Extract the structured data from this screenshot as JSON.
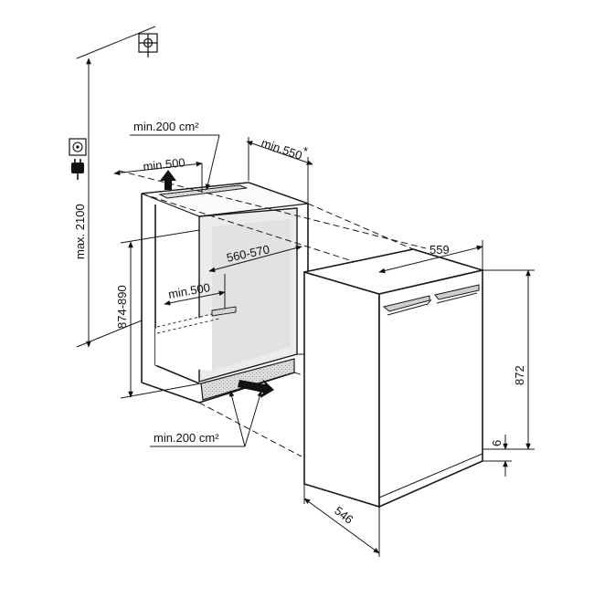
{
  "diagram": {
    "labels": {
      "max_height": "max. 2100",
      "vent_top_area": "min.200 cm²",
      "vent_top_depth": "min.500",
      "niche_depth": "min.550",
      "asterisk": "*",
      "niche_width": "560-570",
      "niche_height": "874-890",
      "vent_bottom_depth": "min.500",
      "vent_bottom_area": "min.200 cm²",
      "appliance_width": "559",
      "appliance_height": "872",
      "appliance_depth": "546",
      "plinth_gap": "6"
    },
    "icons": [
      "earth-ground-icon",
      "power-socket-icon",
      "power-plug-icon",
      "airflow-up-arrow-icon",
      "airflow-in-arrow-icon"
    ]
  }
}
